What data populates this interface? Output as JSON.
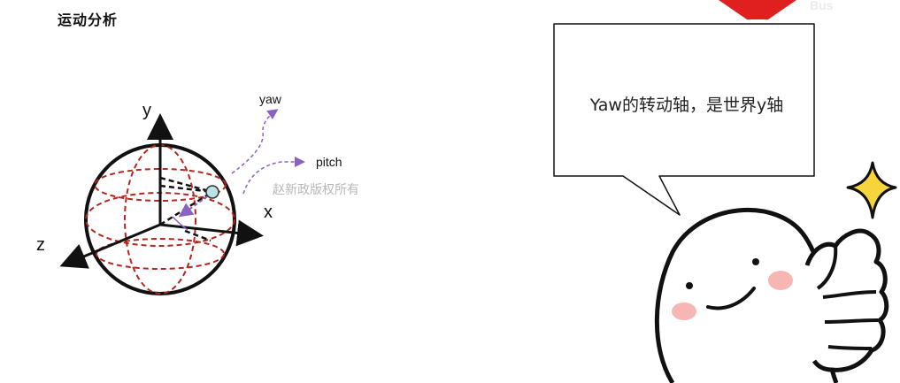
{
  "slide": {
    "title": "运动分析",
    "watermark": "赵新政版权所有"
  },
  "diagram": {
    "axis_labels": {
      "y": "y",
      "x": "x",
      "z": "z"
    },
    "rotation_labels": {
      "yaw": "yaw",
      "pitch": "pitch"
    },
    "colors": {
      "sphere_outline": "#111111",
      "grid_dashes": "#b5261e",
      "rotation_arrows": "#8a62c4",
      "point_fill": "#b9e3e4"
    }
  },
  "callout": {
    "text": "Yaw的转动轴，是世界y轴"
  },
  "decor": {
    "ribbon_color": "#e0201e",
    "sticker": "thumbs-up-character",
    "sparkle_color": "#f6d43c",
    "blush_color": "#f7b6b3"
  }
}
